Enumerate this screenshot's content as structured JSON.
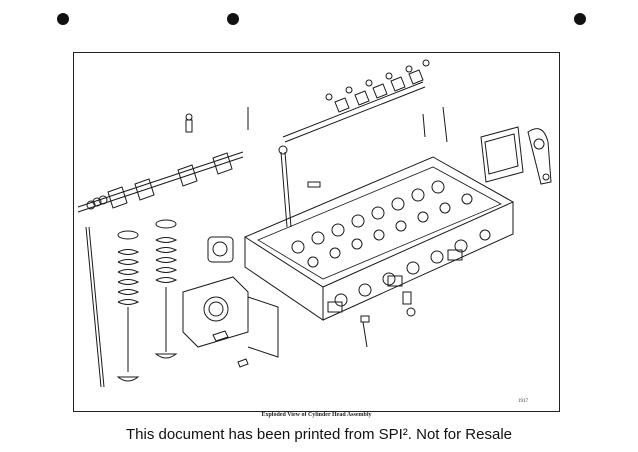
{
  "page": {
    "figure_caption": "Exploded View of Cylinder Head Assembly",
    "figure_number": "1917",
    "footer": "This document has been printed from SPI². Not for Resale"
  },
  "illustration": {
    "subject": "exploded-cylinder-head-assembly",
    "line_color": "#1a1a1a",
    "paper_color": "#ffffff"
  }
}
